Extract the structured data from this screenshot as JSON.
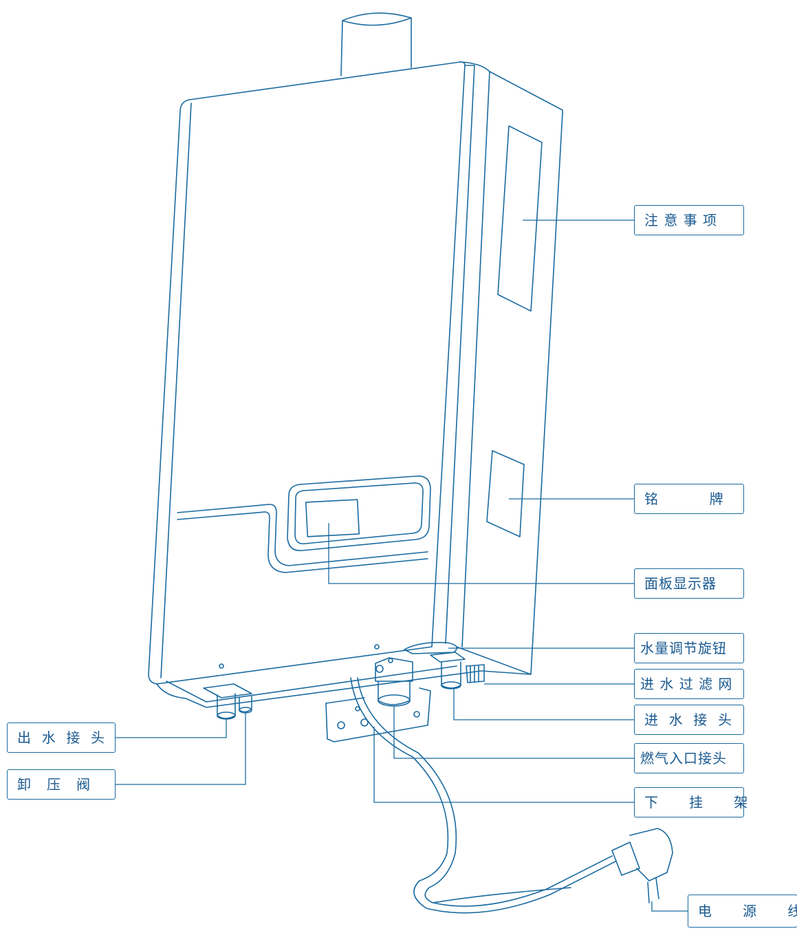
{
  "labels": {
    "notice": "注 意 事 项",
    "nameplate": "铭          牌",
    "display_panel": "面板显示器",
    "water_knob": "水量调节旋钮",
    "inlet_filter": "进 水 过 滤 网",
    "water_inlet": "进  水  接  头",
    "gas_inlet": "燃气入口接头",
    "lower_bracket": "下      挂      架",
    "power_cord": "电      源      线",
    "water_outlet": "出  水  接  头",
    "relief_valve": "卸   压   阀"
  },
  "colors": {
    "line": "#1a6aa0",
    "text": "#1a5a90"
  }
}
